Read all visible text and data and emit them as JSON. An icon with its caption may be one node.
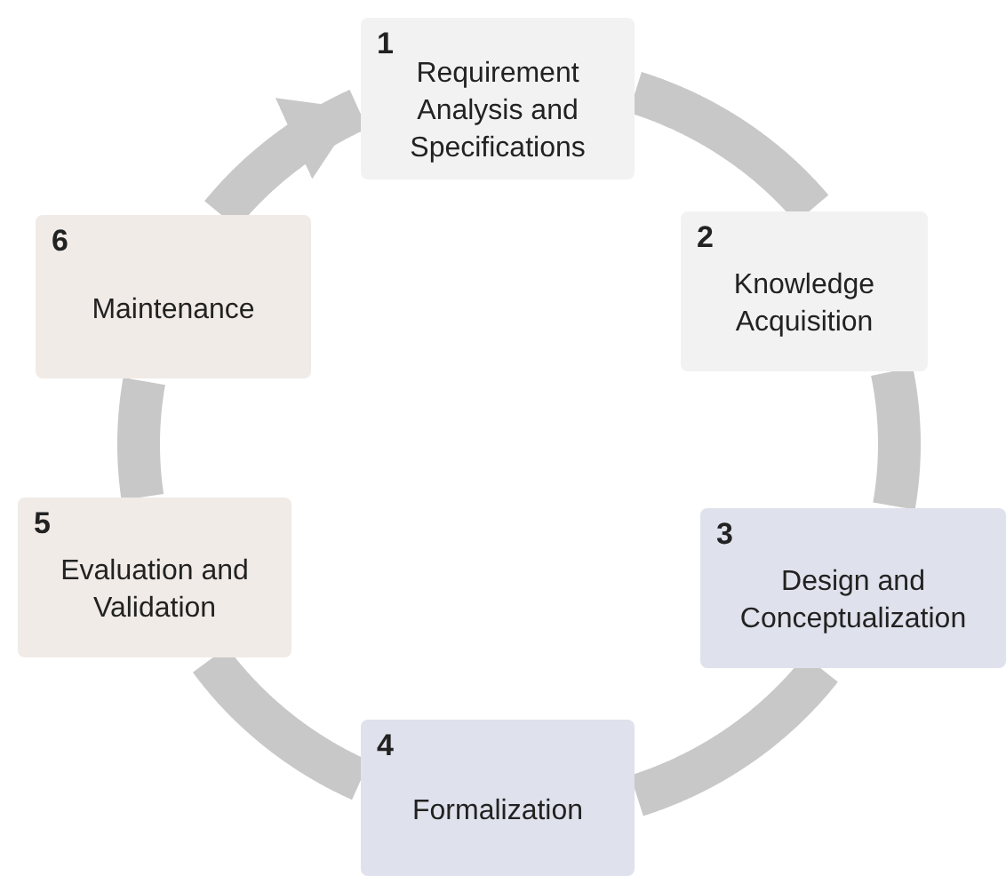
{
  "diagram": {
    "nodes": [
      {
        "text": [
          "1",
          "Requirement Analysis and Specifications"
        ]
      },
      {
        "text": [
          "2",
          "Knowledge Acquisition"
        ]
      },
      {
        "text": [
          "3",
          "Design and Conceptualization"
        ]
      },
      {
        "text": [
          "4",
          "Formalization"
        ]
      },
      {
        "text": [
          "5",
          "Evaluation and Validation"
        ]
      },
      {
        "text": [
          "6",
          "Maintenance"
        ]
      }
    ],
    "edges": [
      {
        "from": 0,
        "to": 1,
        "arrow": "none"
      },
      {
        "from": 1,
        "to": 2,
        "arrow": "none"
      },
      {
        "from": 2,
        "to": 3,
        "arrow": "none"
      },
      {
        "from": 3,
        "to": 4,
        "arrow": "none"
      },
      {
        "from": 4,
        "to": 5,
        "arrow": "none"
      },
      {
        "from": 5,
        "to": 0,
        "arrow": "to"
      }
    ]
  }
}
